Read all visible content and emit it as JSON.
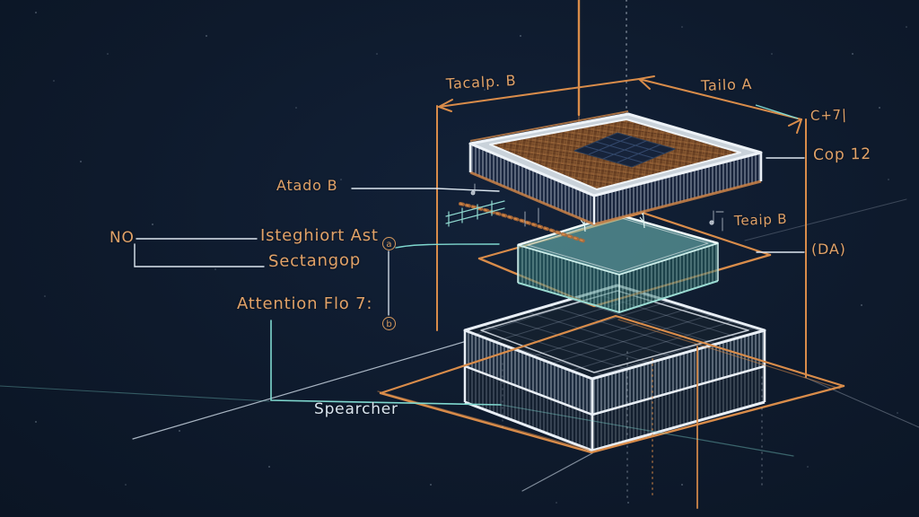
{
  "scene": {
    "description": "Hand-sketched exploded isometric diagram of a three-layer stacked module on a dark blueprint background"
  },
  "palette": {
    "background": "#0e1a2c",
    "orange_accent": "#dd9257",
    "copper_texture": "#8a5a34",
    "teal_accent": "#7fd8cf",
    "white_line": "#e9eff6"
  },
  "labels": {
    "dim_top_left": "Tacalp. B",
    "dim_top_right": "Tailo A",
    "right_top": "C+7|",
    "right_mid": "Cop 12",
    "right_low": "(DA)",
    "mid_right": "Teaip B",
    "left_layer": "Atado B",
    "no": "NO",
    "left_line1": "Isteghiort Ast",
    "left_line2": "Sectangop",
    "attention": "Attention Flo 7:",
    "bottom": "Spearcher"
  },
  "markers": {
    "a": "a",
    "b": "b"
  }
}
